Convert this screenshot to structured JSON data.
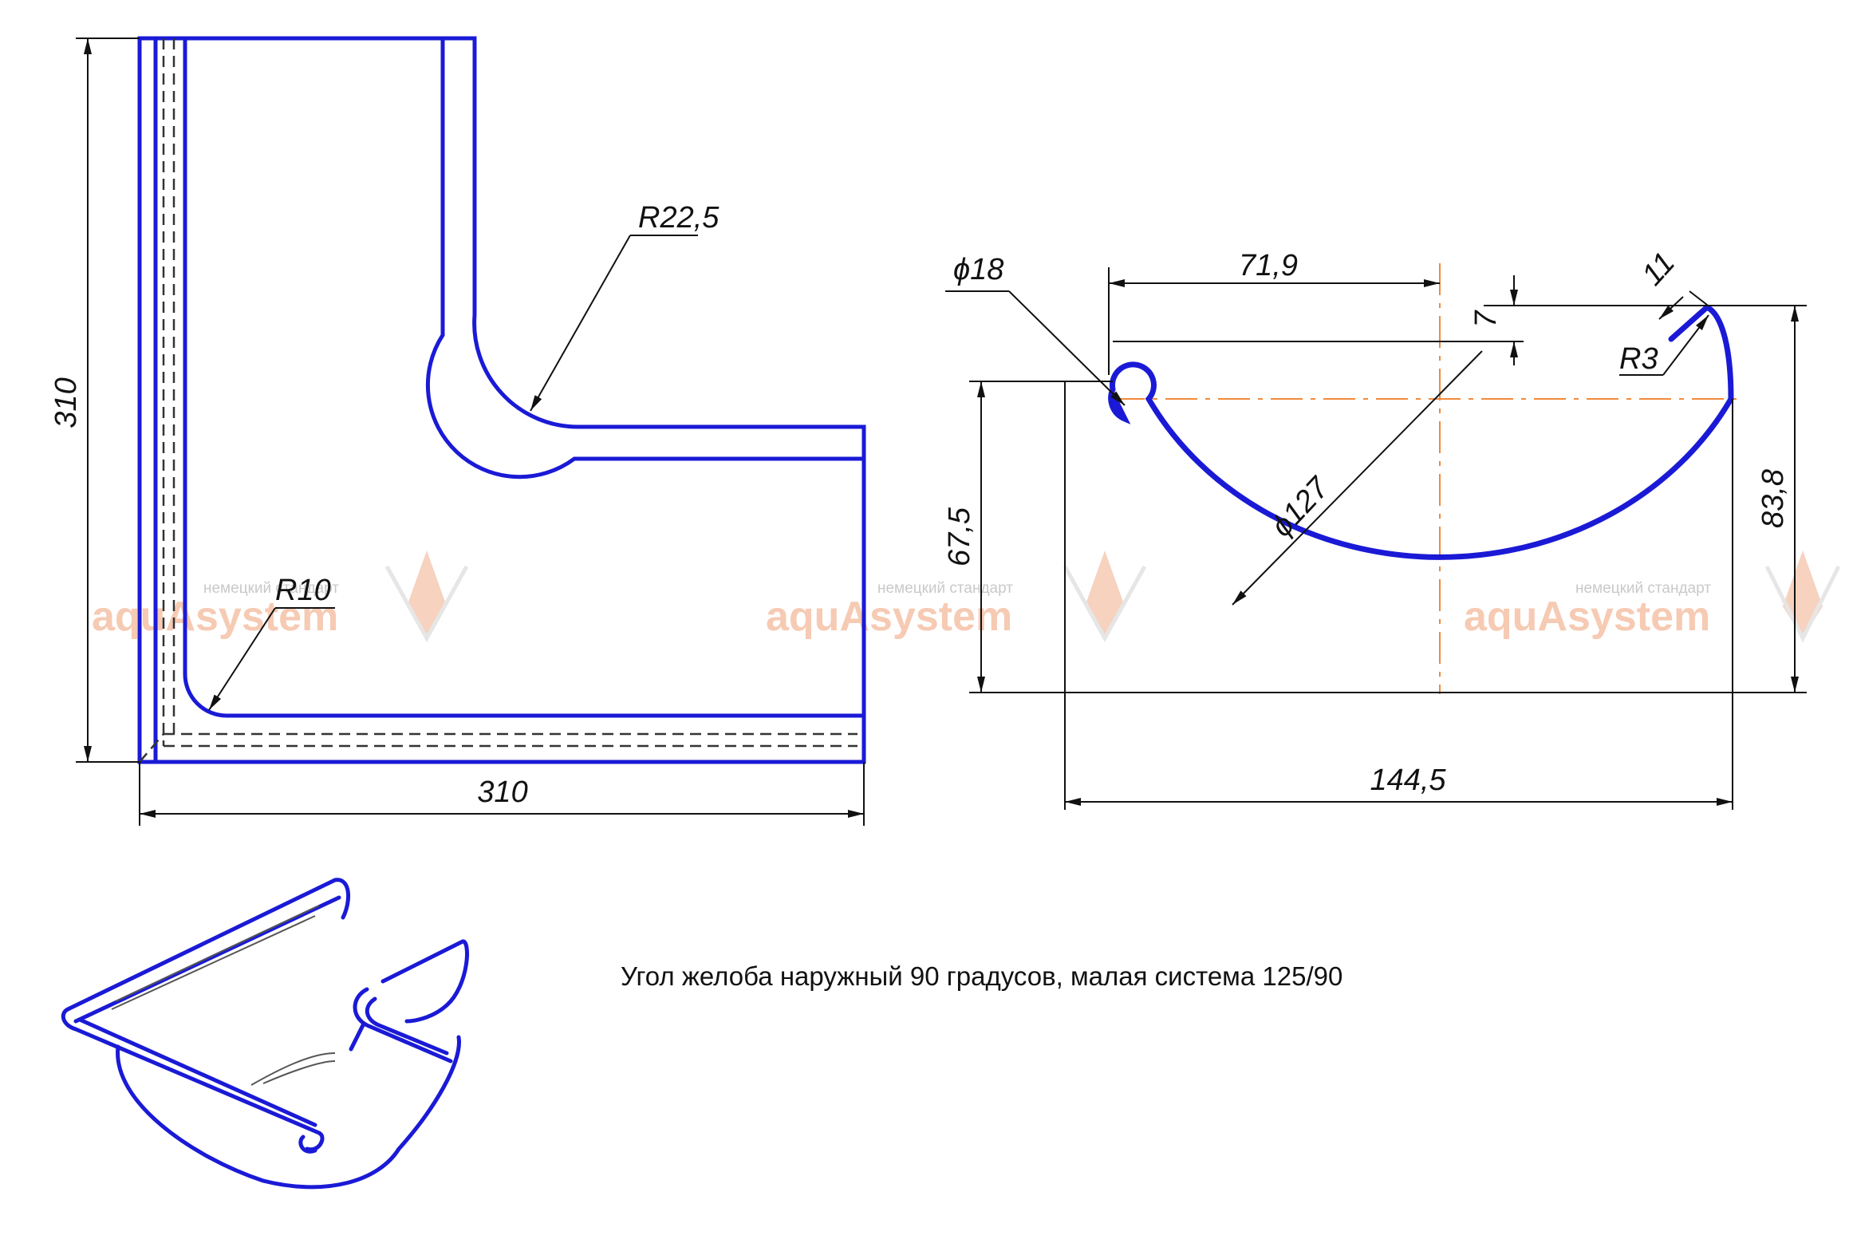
{
  "title": "Угол  желоба наружный 90 градусов, малая система 125/90",
  "colors": {
    "part": "#1a1ad6",
    "dimension": "#111111",
    "axis": "#f08a3c",
    "watermark": "#f3b99a"
  },
  "watermark": {
    "brand": "aquAsystem",
    "tagline": "немецкий стандарт"
  },
  "plan_view": {
    "dim_height": "310",
    "dim_width": "310",
    "radius_outer": "R22,5",
    "radius_inner": "R10"
  },
  "section_view": {
    "dim_half_width": "71,9",
    "dim_bead_diameter": "ϕ18",
    "dim_offset": "7",
    "dim_lip": "11",
    "dim_lip_radius": "R3",
    "dim_body_diameter": "ϕ127",
    "dim_left_height": "67,5",
    "dim_right_height": "83,8",
    "dim_total_width": "144,5"
  }
}
